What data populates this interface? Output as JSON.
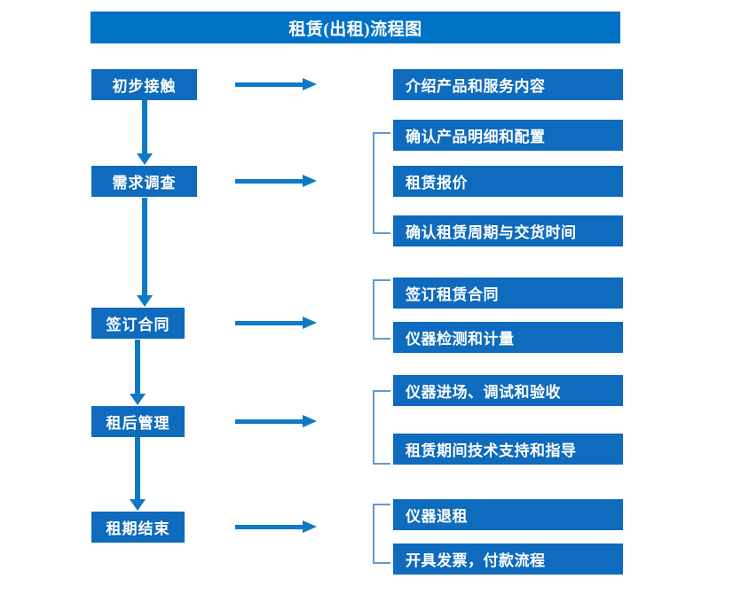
{
  "diagram": {
    "title": "租赁(出租)流程图",
    "colors": {
      "title_bar": "#0072c6",
      "box_fill": "#0f6bbd",
      "arrow": "#0f79c5",
      "bracket": "#6699cc",
      "text": "#ffffff",
      "background": "#ffffff"
    },
    "stages": [
      {
        "label": "初步接触"
      },
      {
        "label": "需求调查"
      },
      {
        "label": "签订合同"
      },
      {
        "label": "租后管理"
      },
      {
        "label": "租期结束"
      }
    ],
    "details": [
      {
        "label": "介绍产品和服务内容"
      },
      {
        "label": "确认产品明细和配置"
      },
      {
        "label": "租赁报价"
      },
      {
        "label": "确认租赁周期与交货时间"
      },
      {
        "label": "签订租赁合同"
      },
      {
        "label": "仪器检测和计量"
      },
      {
        "label": "仪器进场、调试和验收"
      },
      {
        "label": "租赁期间技术支持和指导"
      },
      {
        "label": "仪器退租"
      },
      {
        "label": "开具发票，付款流程"
      }
    ]
  }
}
